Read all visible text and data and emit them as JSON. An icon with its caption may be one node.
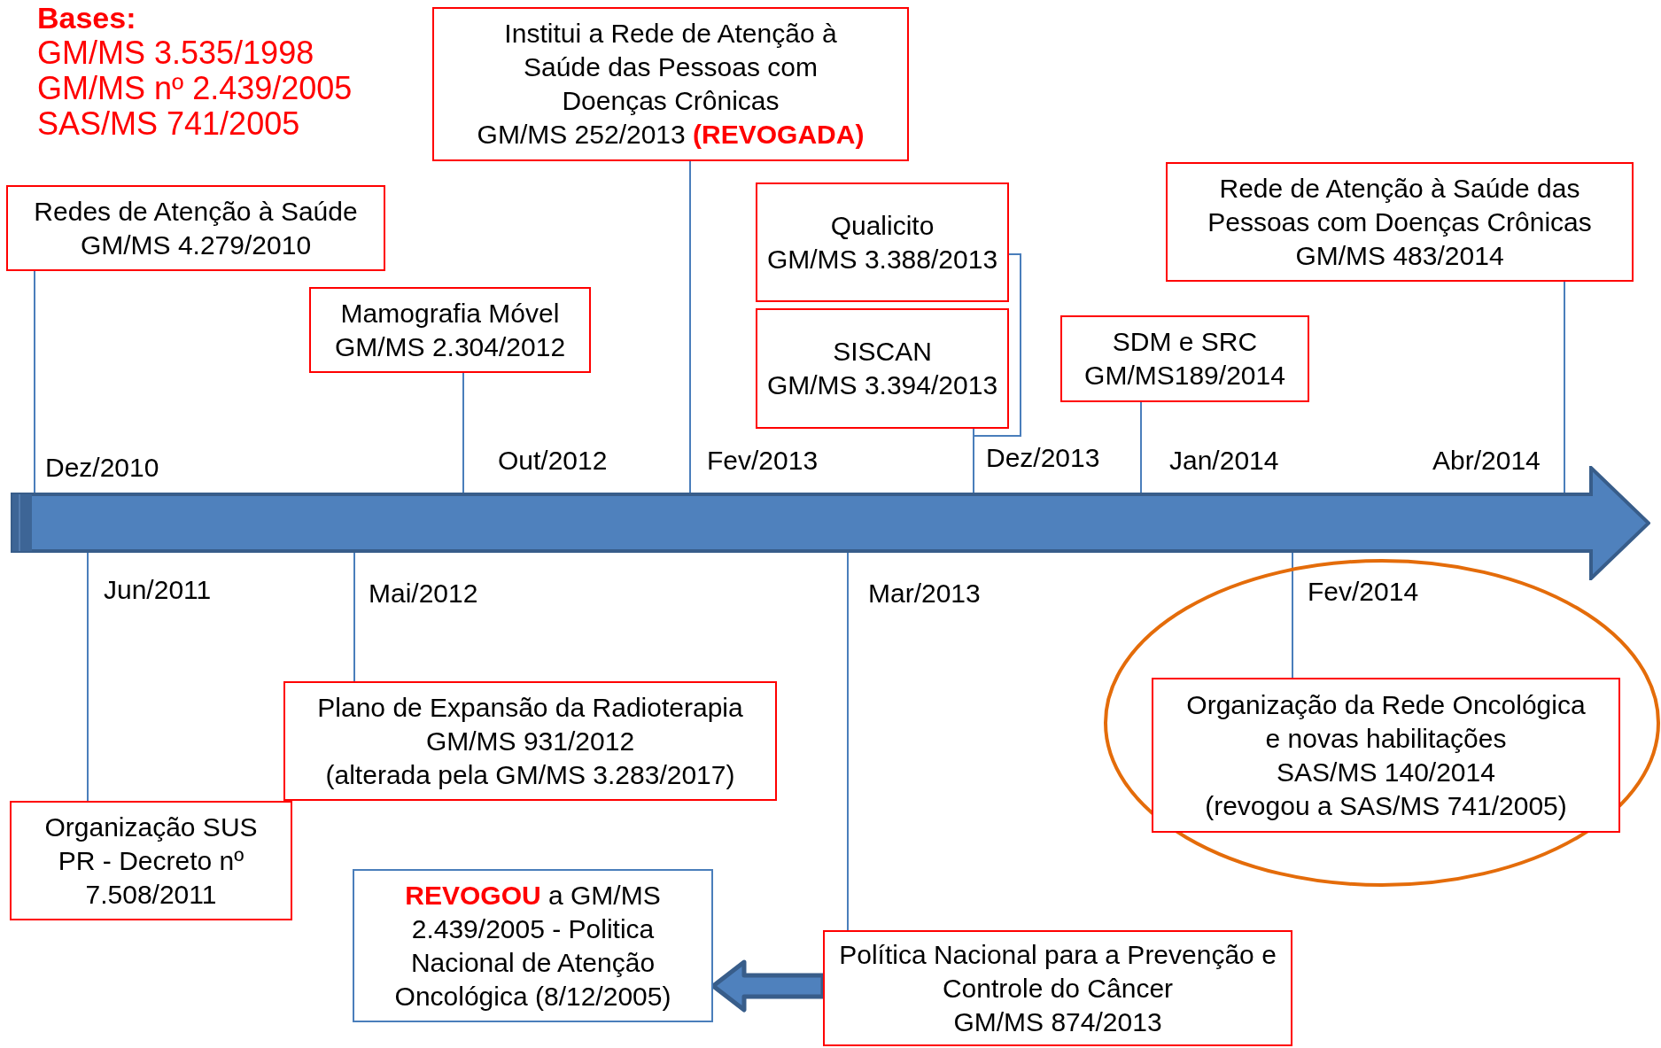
{
  "diagram": {
    "nodes": [
      {
        "text": [
          "Redes de Atenção à Saúde",
          "GM/MS 4.279/2010"
        ]
      },
      {
        "text": [
          "Institui a Rede de Atenção à Saúde das Pessoas com Doenças Crônicas",
          "GM/MS 252/2013 **(REVOGADA)**"
        ]
      },
      {
        "text": [
          "Qualicito",
          "GM/MS 3.388/2013"
        ]
      },
      {
        "text": [
          "SISCAN",
          "GM/MS 3.394/2013"
        ]
      },
      {
        "text": [
          "Rede de Atenção à Saúde das Pessoas com Doenças Crônicas",
          "GM/MS 483/2014"
        ]
      },
      {
        "text": [
          "Mamografia Móvel",
          "GM/MS 2.304/2012"
        ]
      },
      {
        "text": [
          "SDM e SRC",
          "GM/MS189/2014"
        ]
      },
      {
        "text": [],
        "shape": "bar"
      },
      {
        "text": [
          "Plano de Expansão da Radioterapia",
          "GM/MS 931/2012",
          "(alterada pela GM/MS 3.283/2017)"
        ]
      },
      {
        "text": [
          "Organização SUS PR - Decreto nº 7.508/2011"
        ]
      },
      {
        "text": [
          "**REVOGOU** a GM/MS 2.439/2005 - Politica Nacional de Atenção Oncológica (8/12/2005)"
        ]
      },
      {
        "text": [
          "Política Nacional para a Prevenção e Controle do Câncer",
          "GM/MS 874/2013"
        ]
      },
      {
        "text": [
          "Organização da Rede Oncológica e novas habilitações",
          "SAS/MS 140/2014",
          "(revogou a SAS/MS 741/2005)"
        ]
      }
    ],
    "edges": [
      {
        "from": 0,
        "to": 7,
        "arrow": "none"
      },
      {
        "from": 1,
        "to": 7,
        "arrow": "none"
      },
      {
        "from": 2,
        "to": 7,
        "arrow": "none"
      },
      {
        "from": 3,
        "to": 7,
        "arrow": "none"
      },
      {
        "from": 4,
        "to": 7,
        "arrow": "none"
      },
      {
        "from": 5,
        "to": 7,
        "arrow": "none"
      },
      {
        "from": 6,
        "to": 7,
        "arrow": "none"
      },
      {
        "from": 8,
        "to": 7,
        "arrow": "none"
      },
      {
        "from": 9,
        "to": 7,
        "arrow": "none"
      },
      {
        "from": 11,
        "to": 7,
        "arrow": "none"
      },
      {
        "from": 12,
        "to": 7,
        "arrow": "none"
      },
      {
        "from": 11,
        "to": 10,
        "arrow": "to",
        "style": "thick"
      }
    ],
    "labels": [
      "Bases:",
      "GM/MS 3.535/1998",
      "GM/MS nº 2.439/2005",
      "SAS/MS 741/2005",
      "Dez/2010",
      "Out/2012",
      "Fev/2013",
      "Dez/2013",
      "Jan/2014",
      "Abr/2014",
      "Jun/2011",
      "Mai/2012",
      "Mar/2013",
      "Fev/2014"
    ]
  }
}
